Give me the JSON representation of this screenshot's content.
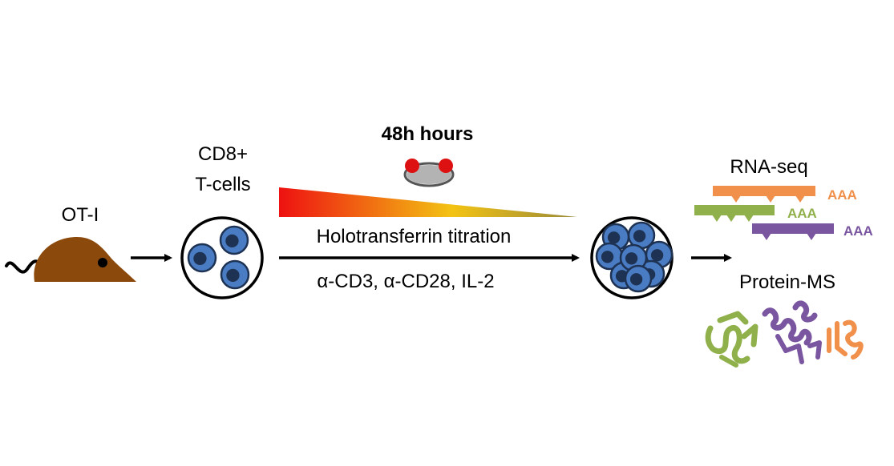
{
  "labels": {
    "ot1": "OT-I",
    "cd8_line1": "CD8+",
    "cd8_line2": "T-cells",
    "duration": "48h hours",
    "titration": "Holotransferrin titration",
    "stimulation": "α-CD3, α-CD28, IL-2",
    "rnaseq": "RNA-seq",
    "protein": "Protein-MS"
  },
  "transcripts": [
    {
      "tail": "AAA",
      "color": "#f0904a"
    },
    {
      "tail": "AAA",
      "color": "#8fb04a"
    },
    {
      "tail": "AAA",
      "color": "#7b56a0"
    }
  ],
  "colors": {
    "mouse": "#8b4a0c",
    "cell_fill": "#4a7cc4",
    "cell_dark": "#1e3354",
    "gradient_start": "#ee1111",
    "gradient_mid": "#f3c313",
    "gradient_end": "#9a8a3a",
    "dish": "#b3b3b3",
    "dish_dots": "#dd1111",
    "protein_green": "#8fb04a",
    "protein_purple": "#7b56a0",
    "protein_orange": "#f0904a"
  },
  "icons": {
    "mouse": "mouse-icon",
    "dish": "culture-plate-icon",
    "well": "cell-well-icon"
  }
}
